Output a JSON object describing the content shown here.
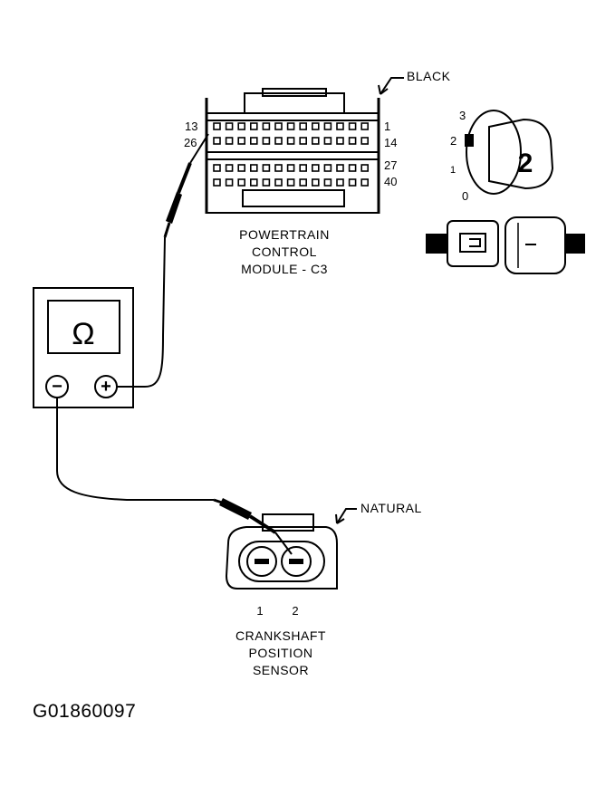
{
  "colors": {
    "ink": "#000000",
    "paper": "#ffffff"
  },
  "pcm_connector": {
    "color_label": "BLACK",
    "name_lines": [
      "POWERTRAIN",
      "CONTROL",
      "MODULE - C3"
    ],
    "pins_left": [
      "13",
      "26"
    ],
    "pins_right": [
      "1",
      "14",
      "27",
      "40"
    ]
  },
  "key": {
    "positions": [
      "3",
      "2",
      "1",
      "0"
    ],
    "number": "2"
  },
  "meter": {
    "display_symbol": "Ω",
    "negative_symbol": "−",
    "positive_symbol": "+"
  },
  "sensor": {
    "color_label": "NATURAL",
    "pin_labels": [
      "1",
      "2"
    ],
    "name_lines": [
      "CRANKSHAFT",
      "POSITION",
      "SENSOR"
    ]
  },
  "figure_code": "G01860097"
}
